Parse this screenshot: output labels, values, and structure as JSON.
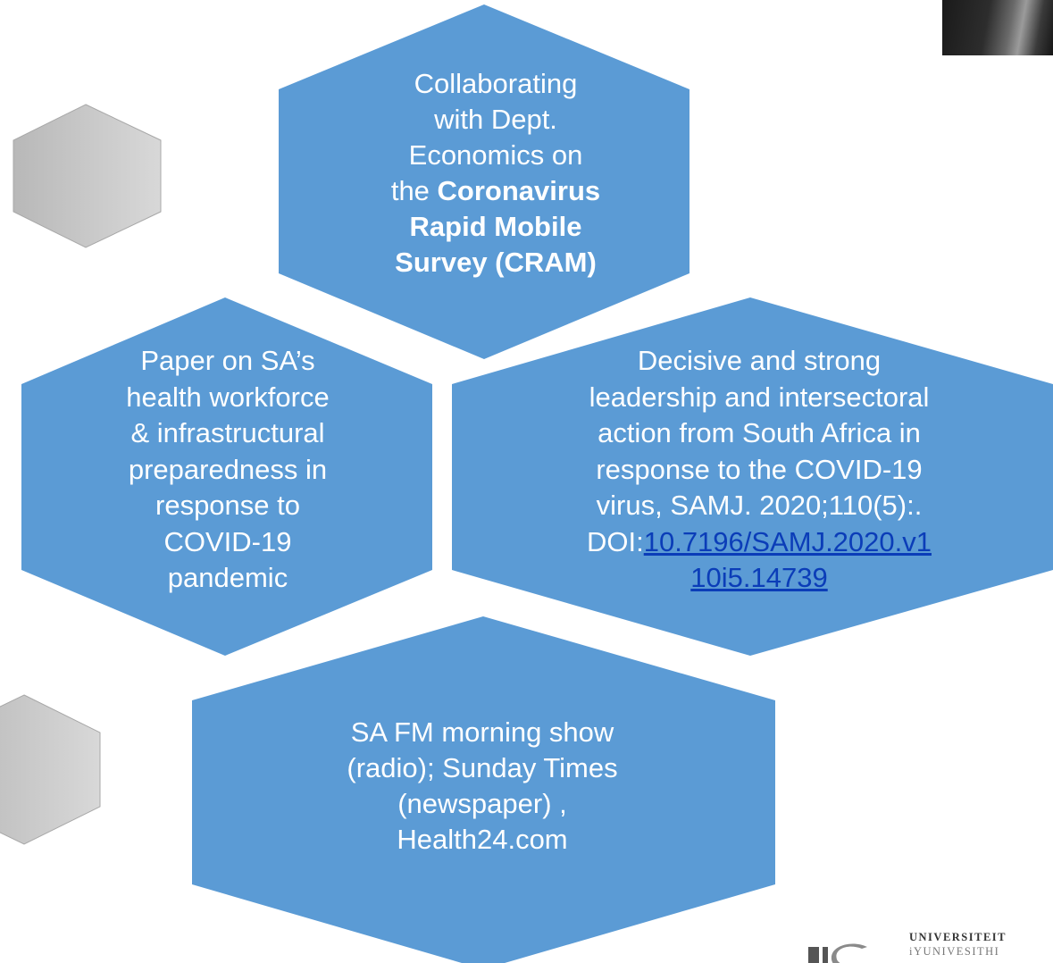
{
  "colors": {
    "hex_blue": "#5b9bd5",
    "hex_gray": "#c8c8c8",
    "link": "#0b3db8"
  },
  "hexagons": {
    "top": {
      "line1": "Collaborating",
      "line2": "with Dept.",
      "line3": "Economics on",
      "line4_plain": "the ",
      "line4_bold": "Coronavirus",
      "line5": "Rapid Mobile",
      "line6": "Survey (CRAM)"
    },
    "left": {
      "lines": [
        "Paper on SA’s",
        "health workforce",
        "& infrastructural",
        "preparedness in",
        "response to",
        "COVID-19",
        "pandemic"
      ]
    },
    "right": {
      "lines": [
        "Decisive and strong",
        "leadership and intersectoral",
        "action from South Africa in",
        "response to the COVID-19",
        "virus, SAMJ. 2020;110(5):."
      ],
      "doi_prefix": "DOI:",
      "doi_link_part1": "10.7196/SAMJ.2020.v1",
      "doi_link_part2": "10i5.14739"
    },
    "bottom": {
      "lines": [
        "SA FM morning show",
        "(radio); Sunday Times",
        "(newspaper) ,",
        "Health24.com"
      ]
    }
  },
  "logo": {
    "line1": "UNIVERSITEIT",
    "line2": "iYUNIVESITHI"
  }
}
